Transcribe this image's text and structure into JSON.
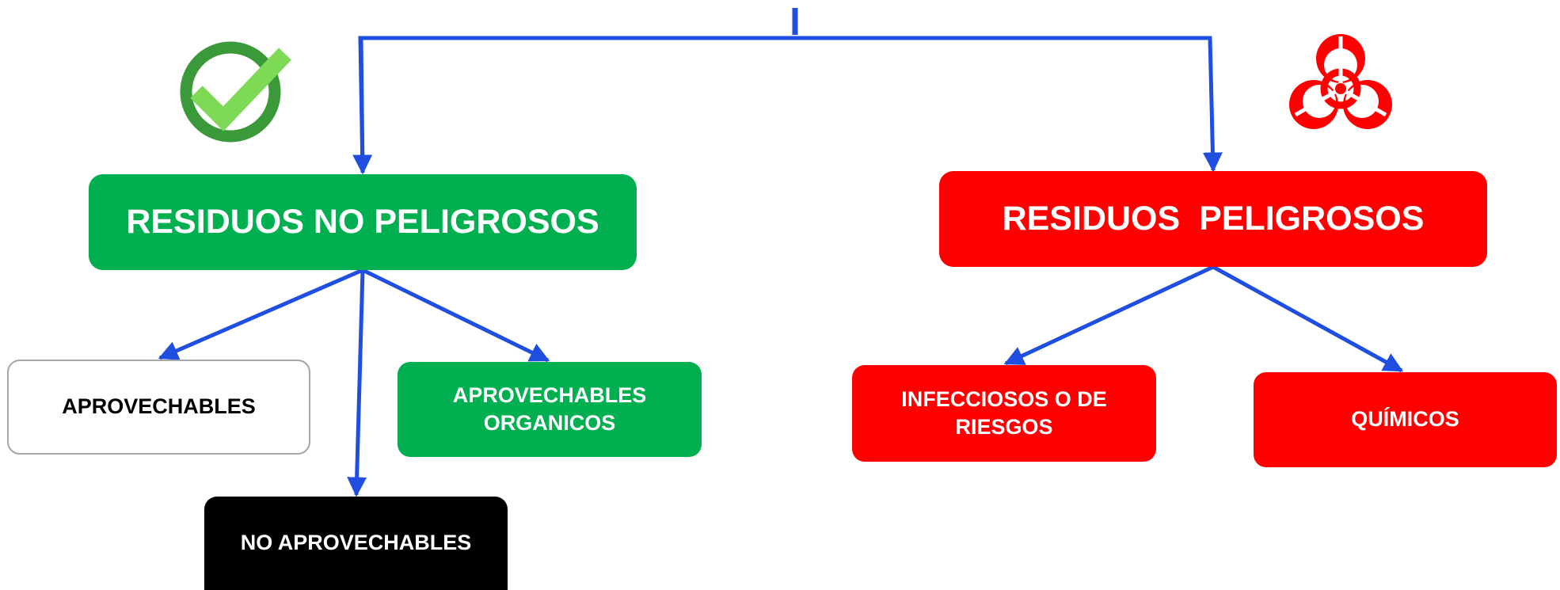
{
  "diagram": {
    "nodes": {
      "no_peligrosos": {
        "label": "RESIDUOS NO PELIGROSOS"
      },
      "peligrosos": {
        "label": "RESIDUOS  PELIGROSOS"
      },
      "aprovechables": {
        "label": "APROVECHABLES"
      },
      "aprovechables_organicos": {
        "line1": "APROVECHABLES",
        "line2": "ORGANICOS"
      },
      "no_aprovechables": {
        "label": "NO APROVECHABLES"
      },
      "infecciosos": {
        "line1": "INFECCIOSOS O DE",
        "line2": "RIESGOS"
      },
      "quimicos": {
        "label": "QUÍMICOS"
      }
    },
    "icons": {
      "no_peligrosos": "check-icon",
      "peligrosos": "biohazard-icon"
    },
    "colors": {
      "green": "#00b050",
      "red": "#ff0000",
      "black": "#000000",
      "connector": "#1f4ee0",
      "check_ring": "#3a9a3a",
      "check_mark": "#7ed957"
    }
  }
}
